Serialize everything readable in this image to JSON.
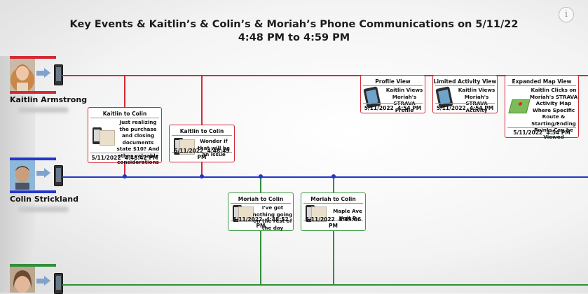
{
  "title": {
    "line1": "Key Events & Kaitlin’s & Colin’s & Moriah’s Phone Communications on 5/11/22",
    "line2": "4:48 PM to 4:59 PM"
  },
  "info_button": "i",
  "colors": {
    "kaitlin": "#d42b36",
    "colin": "#2236c9",
    "moriah": "#2f8f3a"
  },
  "people": [
    {
      "name": "Kaitlin Armstrong",
      "phone_icon": "mobile-phone-icon"
    },
    {
      "name": "Colin Strickland",
      "phone_icon": "mobile-phone-icon"
    },
    {
      "name": "",
      "phone_icon": "mobile-phone-icon"
    }
  ],
  "events": [
    {
      "header": "Kaitlin to Colin",
      "body": "Just realizing the purchase and closing documents state $10? And other valuable considerations",
      "date": "5/11/2022",
      "time": "4:48:42 PM",
      "icon": "message-image-icon"
    },
    {
      "header": "Kaitlin to Colin",
      "body": "Wonder if that will be an issue",
      "date": "5/11/2022",
      "time": "4:48:49 PM",
      "icon": "message-image-icon"
    },
    {
      "header": "Moriah to Colin",
      "body": "I've got nothing going on the rest of the day",
      "date": "5/11/2022",
      "time": "4:48:52 PM",
      "icon": "message-image-icon"
    },
    {
      "header": "Moriah to Colin",
      "body": "Maple Ave Unit B",
      "date": "5/11/2022",
      "time": "4:49:06 PM",
      "icon": "message-image-icon"
    },
    {
      "header": "Profile View",
      "body": "Kaitlin Views Moriah's STRAVA Profile",
      "date": "5/11/2022",
      "time": "4:54 PM",
      "icon": "phone-app-icon"
    },
    {
      "header": "Limited Activity View",
      "body": "Kaitlin Views Moriah's STRAVA Activity",
      "date": "5/11/2022",
      "time": "4:54 PM",
      "icon": "phone-app-icon"
    },
    {
      "header": "Expanded Map View",
      "body": "Kaitlin Clicks on Moriah's STRAVA Activity Map Where Specific Route & Starting/Ending Points Can be Viewed",
      "date": "5/11/2022",
      "time": "4:54 PM",
      "icon": "map-icon"
    }
  ]
}
